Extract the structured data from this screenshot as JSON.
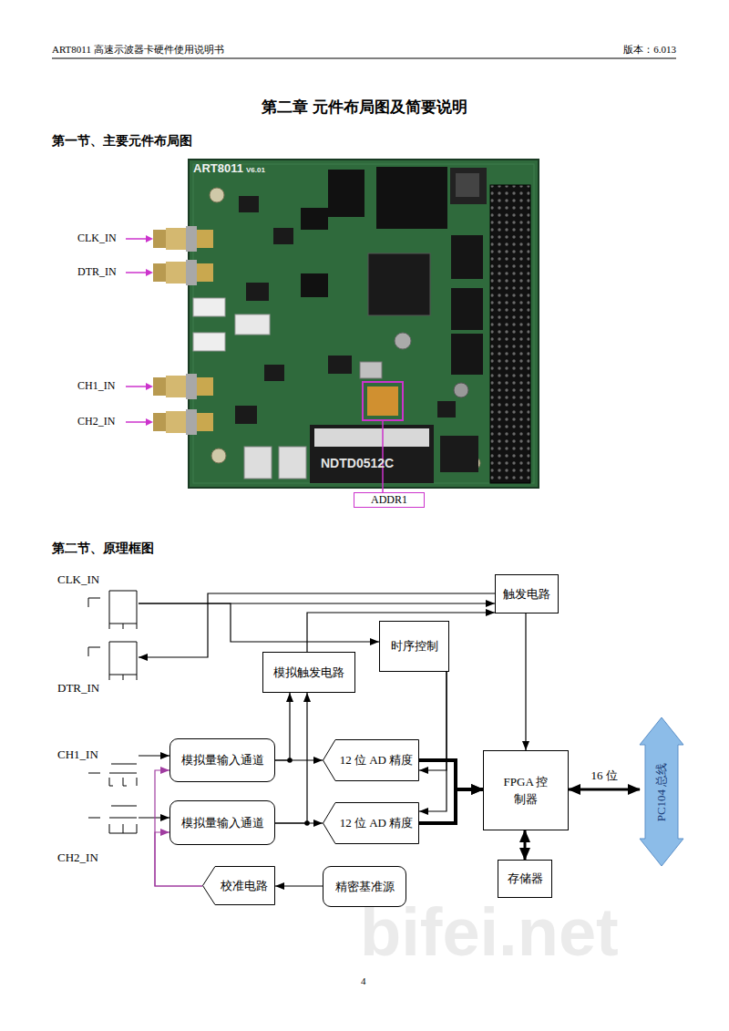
{
  "diagram": {
    "title": "第二章 元件布局图及简要说明",
    "nodes": [
      {
        "text": [
          "触发电路"
        ]
      },
      {
        "text": [
          "CLK_IN"
        ]
      },
      {
        "text": [
          "时序控制"
        ]
      },
      {
        "text": [
          "DTR_IN"
        ]
      },
      {
        "text": [
          "模拟触发电路"
        ]
      },
      {
        "text": [
          "CH1_IN"
        ]
      },
      {
        "text": [
          "模拟量输入通道"
        ]
      },
      {
        "text": [
          "12 位 AD 精度"
        ]
      },
      {
        "text": [
          "FPGA 控制器"
        ]
      },
      {
        "text": [
          "PC104 总线"
        ]
      },
      {
        "text": [
          "模拟量输入通道"
        ]
      },
      {
        "text": [
          "12 位 AD 精度"
        ]
      },
      {
        "text": [
          "CH2_IN"
        ]
      },
      {
        "text": [
          "存储器"
        ]
      },
      {
        "text": [
          "校准电路"
        ]
      },
      {
        "text": [
          "精密基准源"
        ]
      }
    ],
    "edges": [
      {
        "from": 1,
        "to": 0,
        "arrow": "to"
      },
      {
        "from": 0,
        "to": 3,
        "arrow": "to"
      },
      {
        "from": 1,
        "to": 2,
        "arrow": "to"
      },
      {
        "from": 4,
        "to": 0,
        "arrow": "to"
      },
      {
        "from": 0,
        "to": 8,
        "arrow": "to"
      },
      {
        "from": 2,
        "to": 7,
        "arrow": "to"
      },
      {
        "from": 2,
        "to": 11,
        "arrow": "to"
      },
      {
        "from": 5,
        "to": 6,
        "arrow": "to"
      },
      {
        "from": 6,
        "to": 7,
        "arrow": "to"
      },
      {
        "from": 6,
        "to": 4,
        "arrow": "to"
      },
      {
        "from": 12,
        "to": 10,
        "arrow": "to"
      },
      {
        "from": 10,
        "to": 11,
        "arrow": "to"
      },
      {
        "from": 10,
        "to": 4,
        "arrow": "to"
      },
      {
        "from": 7,
        "to": 8,
        "arrow": "to"
      },
      {
        "from": 11,
        "to": 8,
        "arrow": "to"
      },
      {
        "from": 8,
        "to": 9,
        "label": "16 位",
        "arrow": "both"
      },
      {
        "from": 8,
        "to": 13,
        "arrow": "both"
      },
      {
        "from": 15,
        "to": 14,
        "arrow": "to"
      },
      {
        "from": 14,
        "to": 6,
        "arrow": "to"
      },
      {
        "from": 14,
        "to": 10,
        "arrow": "to"
      }
    ],
    "labels": [
      "ART8011 高速示波器卡硬件使用说明书",
      "版本：6.013",
      "第一节、主要元件布局图",
      "CLK_IN",
      "DTR_IN",
      "CH1_IN",
      "CH2_IN",
      "ADDR1",
      "ART8011",
      "V6.01",
      "NDTD0512C",
      "第二节、原理框图",
      "4",
      "bifei.net"
    ]
  }
}
